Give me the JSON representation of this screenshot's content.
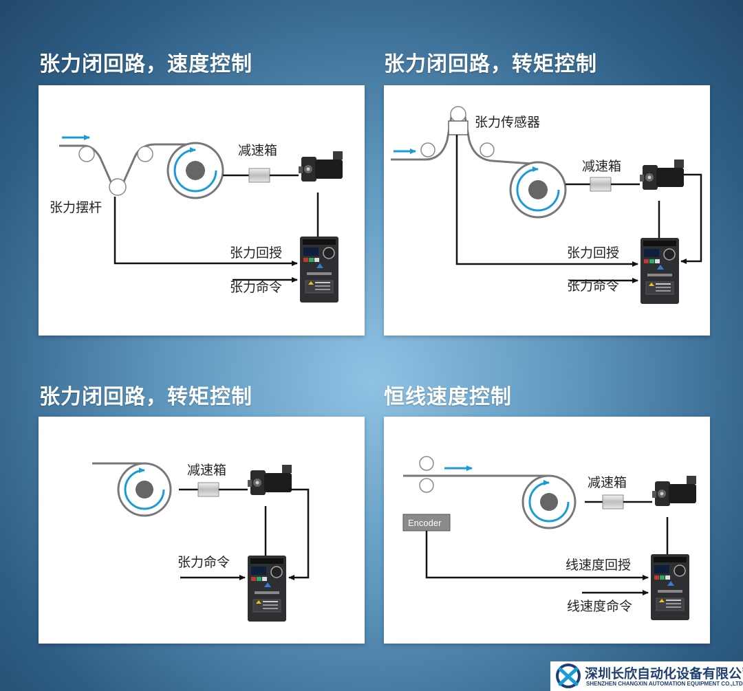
{
  "sections": [
    {
      "title": "张力闭回路，速度控制",
      "labels": {
        "gearbox": "减速箱",
        "dancer": "张力摆杆",
        "feedback": "张力回授",
        "command": "张力命令"
      }
    },
    {
      "title": "张力闭回路，转矩控制",
      "labels": {
        "gearbox": "减速箱",
        "sensor": "张力传感器",
        "feedback": "张力回授",
        "command": "张力命令"
      }
    },
    {
      "title": "张力闭回路，转矩控制",
      "labels": {
        "gearbox": "减速箱",
        "command": "张力命令"
      }
    },
    {
      "title": "恒线速度控制",
      "labels": {
        "gearbox": "减速箱",
        "encoder": "Encoder",
        "feedback": "线速度回授",
        "command": "线速度命令"
      }
    }
  ],
  "footer": {
    "company_cn": "深圳长欣自动化设备有限公司",
    "company_en": "SHENZHEN CHANGXIN AUTOMATION EQUIPMENT CO.,LTD"
  },
  "colors": {
    "web_line": "#777777",
    "accent_arrow": "#1a9bd7",
    "signal_line": "#111111",
    "heading_text": "#ffffff",
    "brand": "#1d3f72"
  },
  "icons": [
    "gearbox-icon",
    "servo-motor-icon",
    "vfd-drive-icon",
    "roll-icon",
    "encoder-box-icon",
    "company-logo-icon"
  ]
}
